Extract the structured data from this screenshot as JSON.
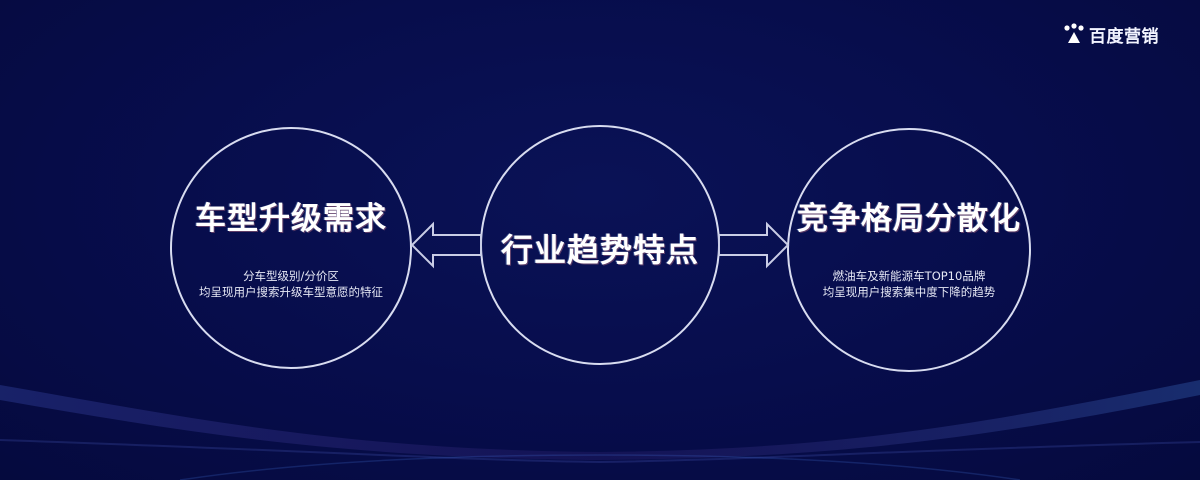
{
  "brand": {
    "logo_icon": "baidu-paw-icon",
    "name": "百度营销"
  },
  "colors": {
    "background": "#070d4c",
    "circle_stroke": "#d8dcf0",
    "text": "#ffffff"
  },
  "diagram": {
    "center": {
      "title": "行业趋势特点"
    },
    "left": {
      "title": "车型升级需求",
      "description": [
        "分车型级别/分价区",
        "均呈现用户搜索升级车型意愿的特征"
      ],
      "arrow": "arrow-left-icon"
    },
    "right": {
      "title": "竞争格局分散化",
      "description": [
        "燃油车及新能源车TOP10品牌",
        "均呈现用户搜索集中度下降的趋势"
      ],
      "arrow": "arrow-right-icon"
    }
  }
}
